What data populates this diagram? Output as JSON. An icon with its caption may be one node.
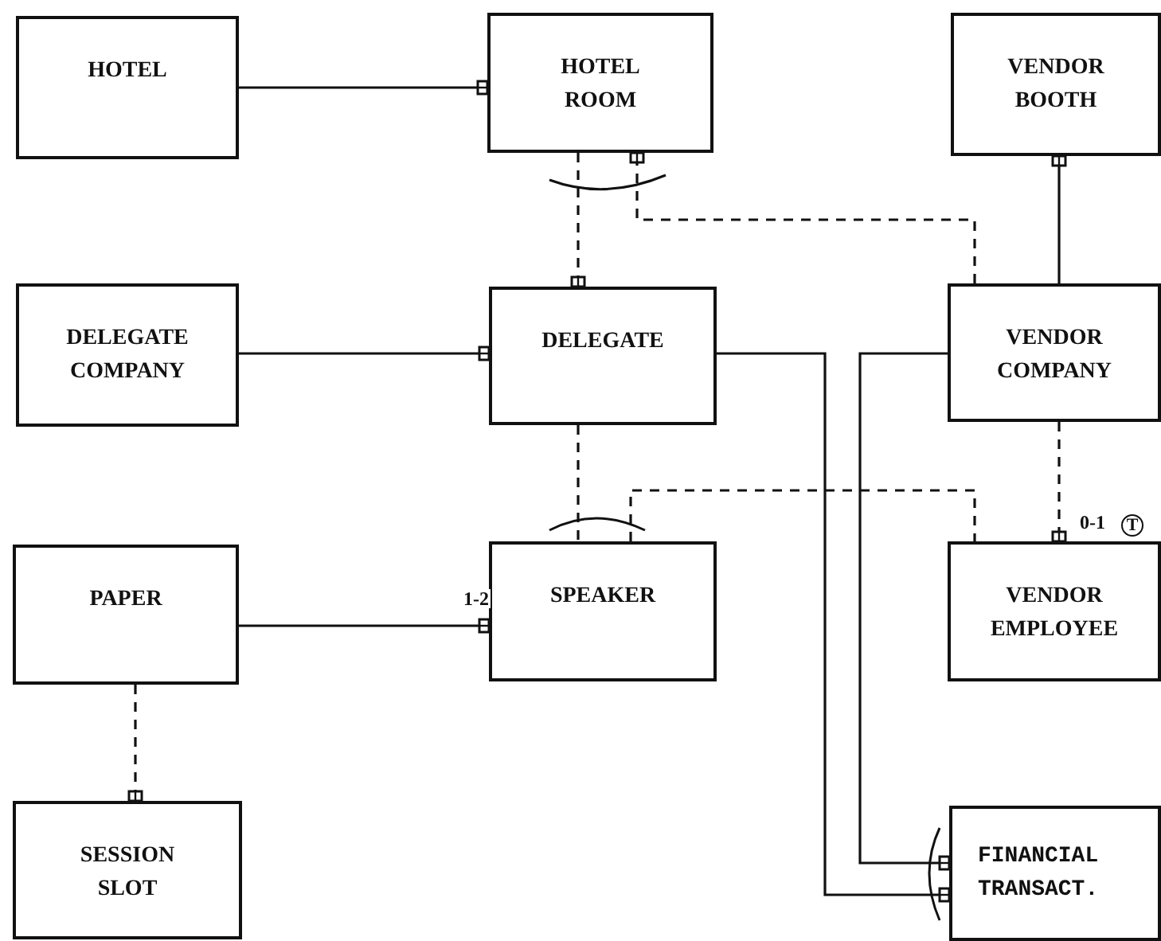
{
  "diagram": {
    "nodes": [
      {
        "text": [
          "HOTEL"
        ]
      },
      {
        "text": [
          "HOTEL ROOM"
        ]
      },
      {
        "text": [
          "VENDOR BOOTH"
        ]
      },
      {
        "text": [
          "DELEGATE COMPANY"
        ]
      },
      {
        "text": [
          "DELEGATE"
        ]
      },
      {
        "text": [
          "VENDOR COMPANY"
        ]
      },
      {
        "text": [
          "PAPER"
        ]
      },
      {
        "text": [
          "SPEAKER"
        ]
      },
      {
        "text": [
          "VENDOR EMPLOYEE"
        ],
        "beside": [
          "T"
        ]
      },
      {
        "text": [
          "SESSION SLOT"
        ]
      },
      {
        "text": [
          "FINANCIAL TRANSACT."
        ]
      }
    ],
    "edges": [
      {
        "from": 0,
        "to": 1,
        "arrow": "other"
      },
      {
        "from": 1,
        "to": 4,
        "arrow": "other",
        "style": "dashed"
      },
      {
        "from": 5,
        "to": 1,
        "arrow": "other",
        "style": "dashed"
      },
      {
        "from": 5,
        "to": 2,
        "arrow": "other"
      },
      {
        "from": 3,
        "to": 4,
        "arrow": "other"
      },
      {
        "from": 4,
        "to": 10,
        "arrow": "other"
      },
      {
        "from": 5,
        "to": 10,
        "arrow": "other"
      },
      {
        "from": 4,
        "to": 7,
        "arrow": "none",
        "style": "dashed"
      },
      {
        "from": 7,
        "to": 8,
        "arrow": "none",
        "style": "dashed"
      },
      {
        "from": 5,
        "to": 8,
        "arrow": "other",
        "style": "dashed",
        "label": "0-1"
      },
      {
        "from": 6,
        "to": 7,
        "arrow": "other",
        "label": "1-2"
      },
      {
        "from": 6,
        "to": 9,
        "arrow": "other",
        "style": "dashed"
      }
    ]
  }
}
